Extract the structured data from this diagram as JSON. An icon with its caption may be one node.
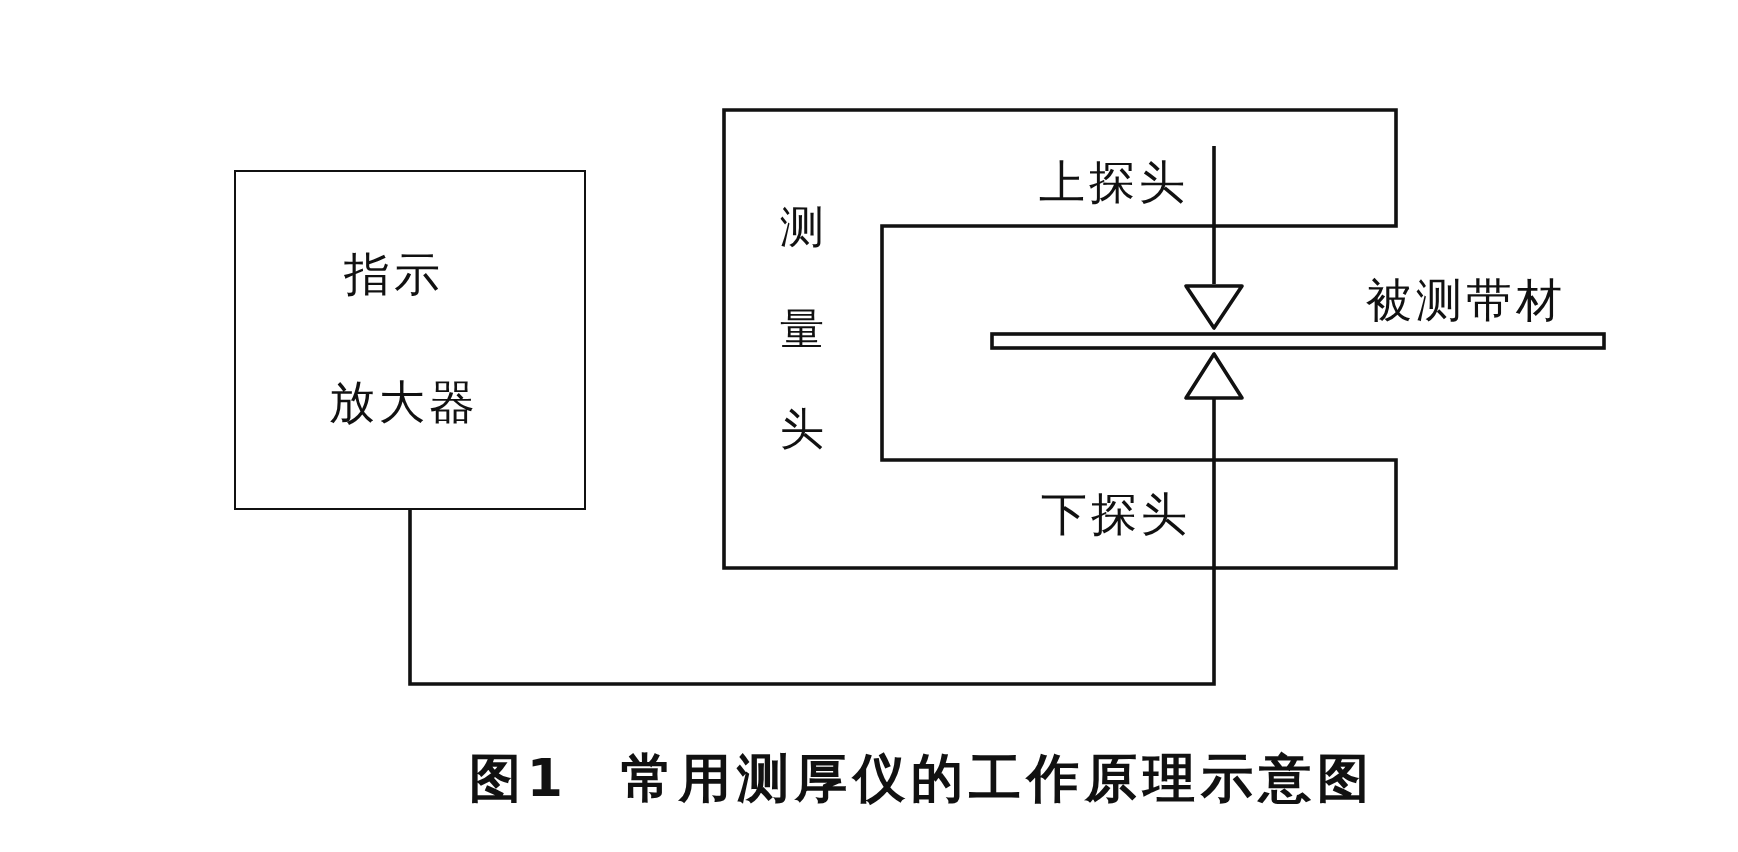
{
  "diagram": {
    "caption": "图1 常用测厚仪的工作原理示意图",
    "nodes": [
      {
        "text": [
          "指示",
          "放大器"
        ]
      },
      {
        "text": [
          "测量头"
        ]
      },
      {
        "text": [],
        "shape": "triangle"
      },
      {
        "text": [],
        "shape": "triangle"
      },
      {
        "text": [],
        "shape": "bar",
        "beside": [
          "被测带材"
        ]
      }
    ],
    "edges": [
      {
        "from": 0,
        "to": 3,
        "arrow": "none"
      }
    ],
    "labels": [
      "上探头",
      "下探头"
    ]
  }
}
